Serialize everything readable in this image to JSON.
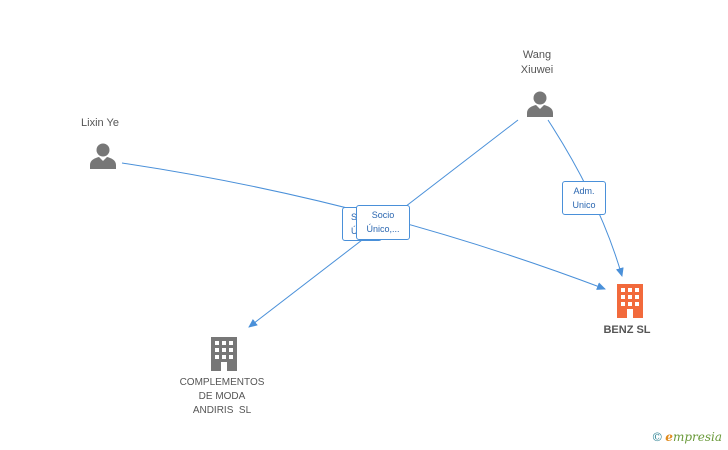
{
  "nodes": {
    "lixin": {
      "name": "Lixin Ye",
      "icon": "person-icon"
    },
    "wang": {
      "name_line1": "Wang",
      "name_line2": "Xiuwei",
      "icon": "person-icon"
    },
    "benz": {
      "name": "BENZ SL",
      "icon": "building-icon",
      "color": "#f26a3c"
    },
    "complementos": {
      "line1": "COMPLEMENTOS",
      "line2": "DE MODA",
      "line3": "ANDIRIS  SL",
      "icon": "building-icon",
      "color": "#777777"
    }
  },
  "edge_labels": {
    "socio_back": {
      "line1": "S",
      "line2": "Ú"
    },
    "socio_front": {
      "line1": "Socio",
      "line2": "Único,..."
    },
    "adm": {
      "line1": "Adm.",
      "line2": "Unico"
    }
  },
  "colors": {
    "edge": "#4a90d9",
    "person": "#777777"
  },
  "brand": {
    "copyright": "©",
    "initial": "e",
    "rest": "mpresia"
  }
}
